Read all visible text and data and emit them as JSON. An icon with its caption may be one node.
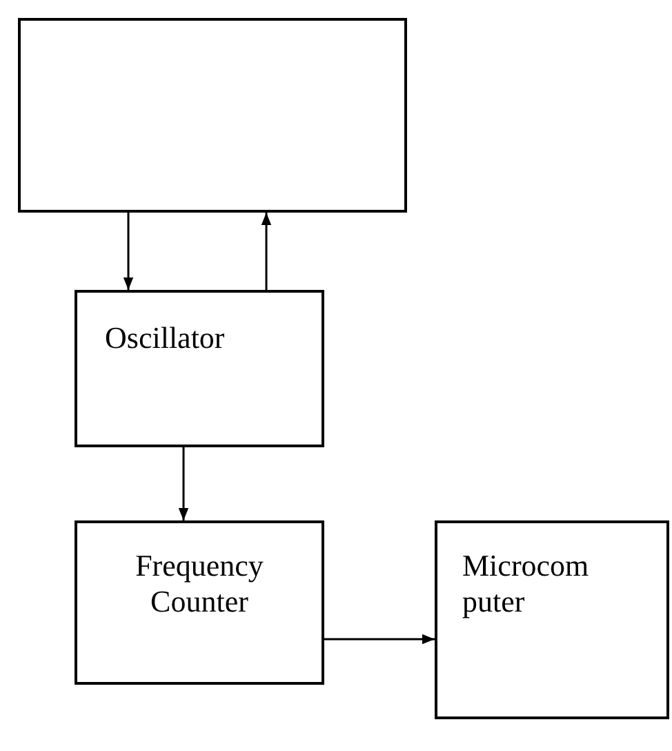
{
  "diagram": {
    "nodes": [
      {
        "text": [],
        "shape": "box"
      },
      {
        "text": [
          "Oscillator"
        ]
      },
      {
        "text": [
          "Frequency Counter"
        ]
      },
      {
        "text": [
          "Microcomputer"
        ]
      }
    ],
    "edges": [
      {
        "from": 0,
        "to": 1,
        "arrow": "to"
      },
      {
        "from": 1,
        "to": 0,
        "arrow": "to"
      },
      {
        "from": 1,
        "to": 2,
        "arrow": "to"
      },
      {
        "from": 2,
        "to": 3,
        "arrow": "to"
      }
    ]
  }
}
